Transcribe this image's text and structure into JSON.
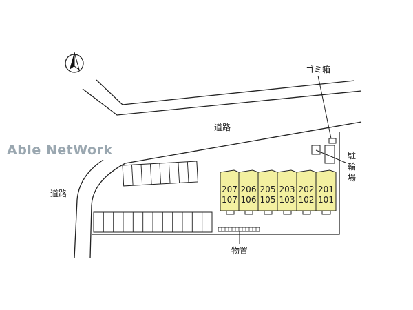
{
  "labels": {
    "road_top": "道路",
    "road_left": "道路",
    "garbage": "ゴミ箱",
    "bike_1": "駐",
    "bike_2": "輪",
    "bike_3": "場",
    "storage": "物置"
  },
  "watermark": "Able NetWork",
  "units": [
    {
      "upper": "207",
      "lower": "107"
    },
    {
      "upper": "206",
      "lower": "106"
    },
    {
      "upper": "205",
      "lower": "105"
    },
    {
      "upper": "203",
      "lower": "103"
    },
    {
      "upper": "202",
      "lower": "102"
    },
    {
      "upper": "201",
      "lower": "101"
    }
  ],
  "colors": {
    "unit_fill": "#f3f0a0",
    "line": "#222222",
    "watermark": "#9aa7b0"
  },
  "icons": {
    "north": "north-arrow-icon"
  }
}
